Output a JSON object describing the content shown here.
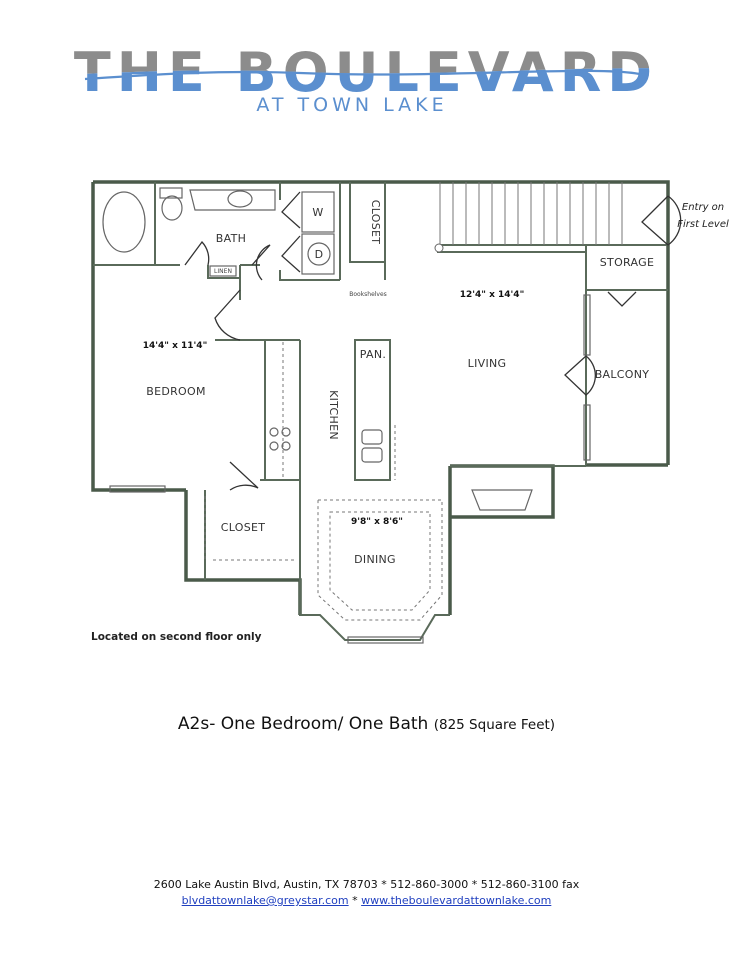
{
  "logo": {
    "line1": "THE BOULEVARD",
    "line2": "AT TOWN LAKE",
    "gray": "#8c8c8c",
    "blue": "#5b8fcf"
  },
  "floorplan": {
    "rooms": {
      "bath": "BATH",
      "linen": "LINEN",
      "washer": "W",
      "dryer": "D",
      "closet_top": "CLOSET",
      "bookshelves": "Bookshelves",
      "bedroom": "BEDROOM",
      "bedroom_dim": "14'4\" x 11'4\"",
      "kitchen": "KITCHEN",
      "pantry": "PAN.",
      "living": "LIVING",
      "living_dim": "12'4\" x 14'4\"",
      "storage": "STORAGE",
      "balcony": "BALCONY",
      "closet_bottom": "CLOSET",
      "dining": "DINING",
      "dining_dim": "9'8\" x 8'6\""
    },
    "entry_note_line1": "Entry on",
    "entry_note_line2": "First Level",
    "floor_note": "Located on second floor only",
    "wall_color": "#4a5a4a"
  },
  "title": {
    "main": "A2s- One Bedroom/ One Bath",
    "sub": "(825 Square Feet)"
  },
  "footer": {
    "address": "2600 Lake Austin Blvd, Austin, TX 78703  *  512-860-3000 * 512-860-3100 fax",
    "email": "blvdattownlake@greystar.com",
    "separator": " * ",
    "website": "www.theboulevardattownlake.com"
  }
}
